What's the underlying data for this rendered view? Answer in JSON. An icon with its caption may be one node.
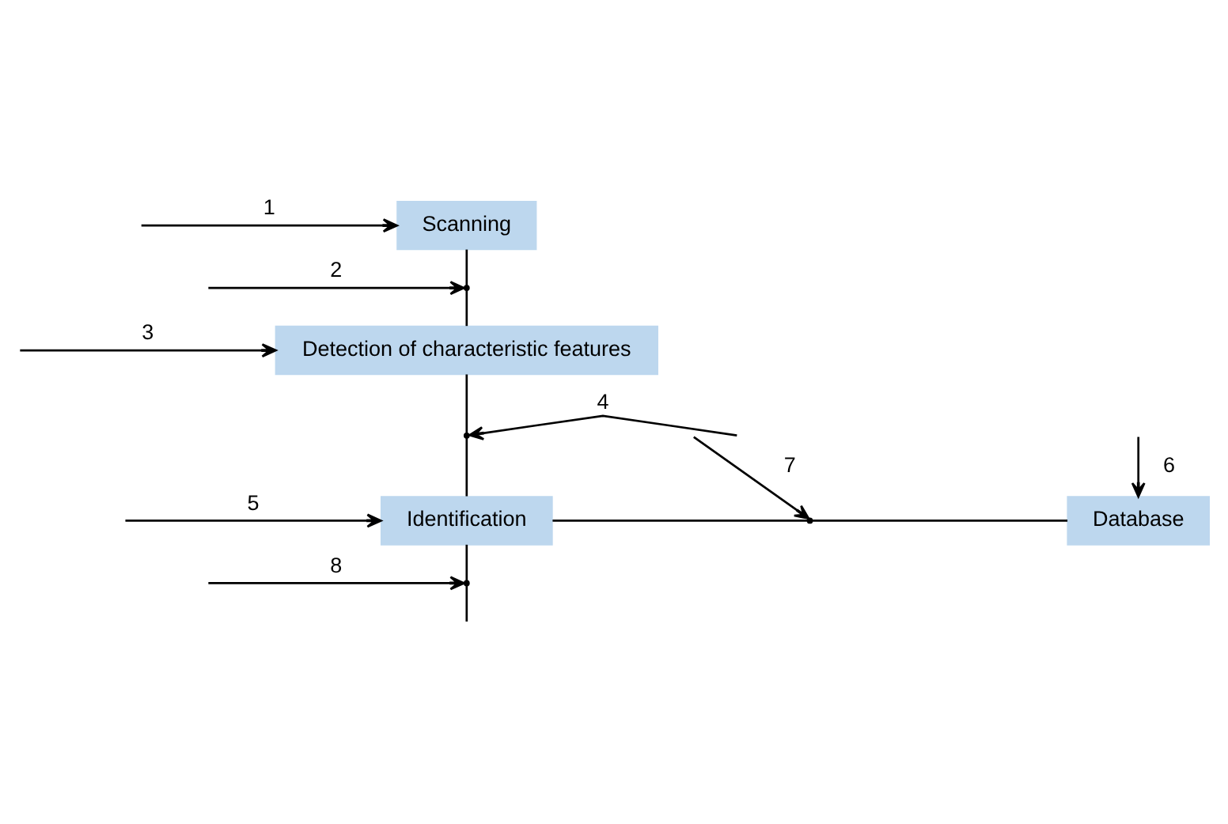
{
  "diagram": {
    "nodes": [
      {
        "text": [
          "Scanning"
        ]
      },
      {
        "text": [],
        "shape": "point"
      },
      {
        "text": [
          "Detection of characteristic features"
        ]
      },
      {
        "text": [],
        "shape": "point"
      },
      {
        "text": [
          "Identification"
        ]
      },
      {
        "text": [],
        "shape": "point"
      },
      {
        "text": [
          "Database"
        ]
      },
      {
        "text": [],
        "shape": "point"
      }
    ],
    "edges": [
      {
        "from": null,
        "to": 0,
        "arrow": "to",
        "label": "1"
      },
      {
        "from": 0,
        "to": 2,
        "arrow": "none"
      },
      {
        "from": null,
        "to": 1,
        "arrow": "to",
        "label": "2"
      },
      {
        "from": null,
        "to": 2,
        "arrow": "to",
        "label": "3"
      },
      {
        "from": 2,
        "to": 4,
        "arrow": "none"
      },
      {
        "from": null,
        "to": 3,
        "arrow": "to",
        "label": "4"
      },
      {
        "from": null,
        "to": 4,
        "arrow": "to",
        "label": "5"
      },
      {
        "from": 4,
        "to": 6,
        "arrow": "none"
      },
      {
        "from": null,
        "to": 5,
        "arrow": "to",
        "label": "7"
      },
      {
        "from": null,
        "to": 6,
        "arrow": "to",
        "label": "6"
      },
      {
        "from": 4,
        "to": null,
        "arrow": "none"
      },
      {
        "from": null,
        "to": 7,
        "arrow": "to",
        "label": "8"
      }
    ]
  }
}
